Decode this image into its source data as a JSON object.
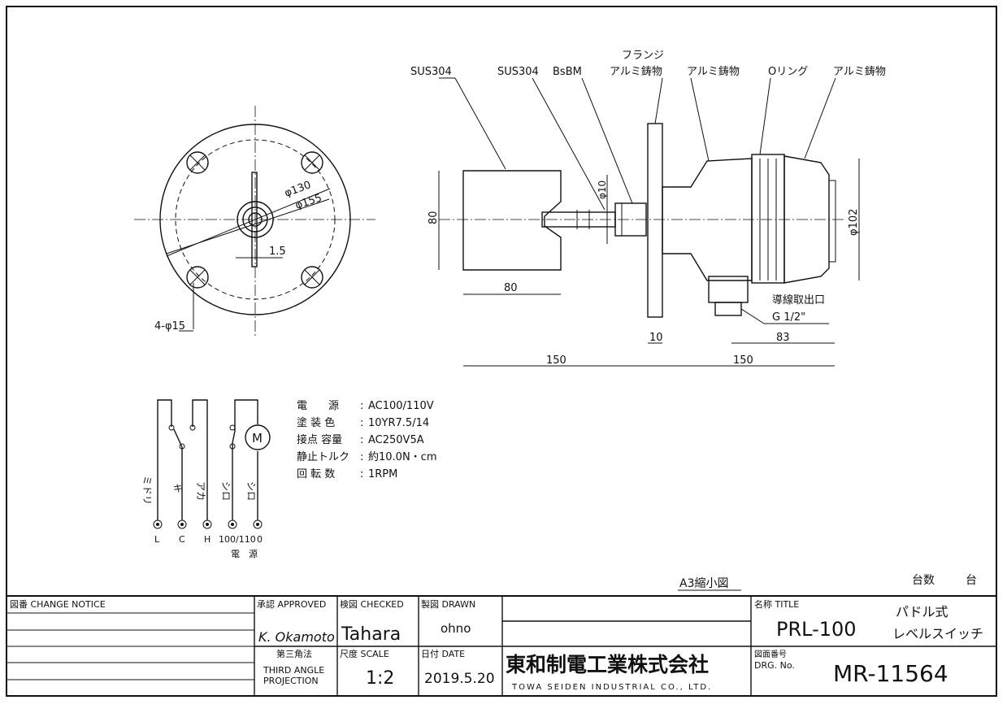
{
  "callouts": {
    "shaft_left": "SUS304",
    "shaft_mid": "SUS304",
    "bush": "BsBM",
    "flange_1": "フランジ",
    "flange_2": "アルミ鋳物",
    "body": "アルミ鋳物",
    "oring": "Oリング",
    "cover": "アルミ鋳物"
  },
  "dims": {
    "hole_circle": "φ130",
    "flange_dia": "φ155",
    "blade_thk": "1.5",
    "holes": "4-φ15",
    "shaft_dia": "φ10",
    "paddle_h": "80",
    "paddle_w": "80",
    "body_dia": "φ102",
    "flange_thk": "10",
    "conduit_off": "83",
    "len_left": "150",
    "len_right": "150",
    "cable_entry_1": "導線取出口",
    "cable_entry_2": "G 1/2\""
  },
  "wiring": {
    "labels": [
      "ミドリ",
      "キ",
      "アカ",
      "シロ",
      "シロ"
    ],
    "terminals": [
      "L",
      "C",
      "H",
      "100/110",
      "0"
    ],
    "power": "電　源",
    "motor": "M"
  },
  "specs": [
    {
      "label": "電　　源",
      "value": "AC100/110V"
    },
    {
      "label": "塗 装 色",
      "value": "10YR7.5/14"
    },
    {
      "label": "接点 容量",
      "value": "AC250V5A"
    },
    {
      "label": "静止トルク",
      "value": "約10.0N・cm"
    },
    {
      "label": "回 転 数",
      "value": "1RPM"
    }
  ],
  "sheet_note": "A3縮小図",
  "qty": {
    "label": "台数",
    "unit": "台"
  },
  "titleblock": {
    "change_notice": "図番 CHANGE NOTICE",
    "approved_label": "承認 APPROVED",
    "approved_sign": "K. Okamoto",
    "checked_label": "検図 CHECKED",
    "checked_name": "Tahara",
    "drawn_label": "製図 DRAWN",
    "drawn_name": "ohno",
    "projection_label": "第三角法",
    "projection_1": "THIRD ANGLE",
    "projection_2": "PROJECTION",
    "scale_label": "尺度 SCALE",
    "scale": "1:2",
    "date_label": "日付 DATE",
    "date": "2019.5.20",
    "company_jp": "東和制電工業株式会社",
    "company_en": "TOWA SEIDEN INDUSTRIAL CO., LTD.",
    "title_label": "名称 TITLE",
    "model": "PRL-100",
    "title_1": "パドル式",
    "title_2": "レベルスイッチ",
    "drg_label": "図面番号",
    "drg_no_label": "DRG. No.",
    "drg_no": "MR-11564"
  }
}
